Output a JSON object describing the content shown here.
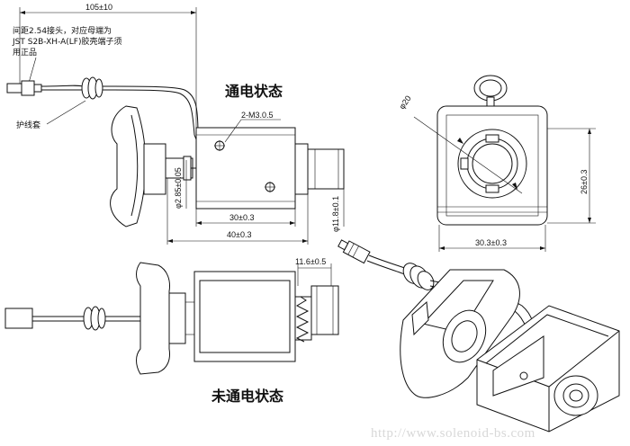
{
  "notes": {
    "cable_length": "105±10",
    "connector_line1": "间距2.54接头，对应母端为",
    "connector_line2": "JST S2B-XH-A(LF)胶壳端子须",
    "connector_line3": "用正品",
    "sleeve": "护线套"
  },
  "states": {
    "energized": "通电状态",
    "not_energized": "未通电状态"
  },
  "dimensions": {
    "screw": "2-M3.0.5",
    "plunger_dia": "φ2.85±0.05",
    "body_len": "30±0.3",
    "total_len": "40±0.3",
    "shaft_dia": "φ11.8±0.1",
    "stroke": "11.6±0.5",
    "face_dia": "φ20",
    "height": "26±0.3",
    "width": "30.3±0.3"
  },
  "watermark": "http://www.solenoid-bs.com"
}
